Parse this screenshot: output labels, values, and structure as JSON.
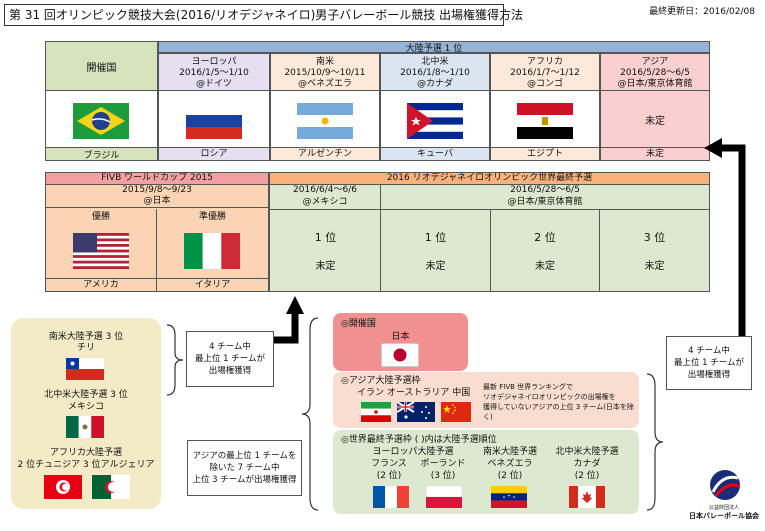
{
  "title": "第 31 回オリンピック競技大会(2016/リオデジャネイロ)男子バレーボール競技 出場権獲得方法",
  "updated": "最終更新日：2016/02/08",
  "host": {
    "label": "開催国",
    "country": "ブラジル"
  },
  "continental_header": "大陸予選 1 位",
  "continental": [
    {
      "region": "ヨーロッパ",
      "dates": "2016/1/5〜1/10",
      "venue": "@ドイツ",
      "country": "ロシア"
    },
    {
      "region": "南米",
      "dates": "2015/10/9〜10/11",
      "venue": "@ベネズエラ",
      "country": "アルゼンチン"
    },
    {
      "region": "北中米",
      "dates": "2016/1/8〜1/10",
      "venue": "@カナダ",
      "country": "キューバ"
    },
    {
      "region": "アフリカ",
      "dates": "2016/1/7〜1/12",
      "venue": "@コンゴ",
      "country": "エジプト"
    },
    {
      "region": "アジア",
      "dates": "2016/5/28〜6/5",
      "venue": "@日本/東京体育館",
      "status": "未定",
      "country": "未定"
    }
  ],
  "worldcup": {
    "title": "FIVB ワールドカップ 2015",
    "dates": "2015/9/8〜9/23",
    "venue": "@日本",
    "winner_label": "優勝",
    "runner_label": "準優勝",
    "winner": "アメリカ",
    "runner": "イタリア"
  },
  "final": {
    "title": "2016 リオデジャネイロオリンピック世界最終予選",
    "mexico_dates": "2016/6/4〜6/6",
    "mexico_venue": "@メキシコ",
    "japan_dates": "2016/5/28〜6/5",
    "japan_venue": "@日本/東京体育館",
    "slots": [
      {
        "rank": "1 位",
        "status": "未定"
      },
      {
        "rank": "1 位",
        "status": "未定"
      },
      {
        "rank": "2 位",
        "status": "未定"
      },
      {
        "rank": "3 位",
        "status": "未定"
      }
    ]
  },
  "left_box": {
    "sa_label": "南米大陸予選 3 位",
    "sa_country": "チリ",
    "nca_label": "北中米大陸予選 3 位",
    "nca_country": "メキシコ",
    "af_label": "アフリカ大陸予選",
    "af_countries": "2 位チュニジア 3 位アルジェリア"
  },
  "note_left": "4 チーム中\n最上位 1 チームが\n出場権獲得",
  "note_bottom": "アジアの最上位 1 チームを\n除いた 7 チーム中\n上位 3 チームが出場権獲得",
  "note_right": "4 チーム中\n最上位 1 チームが\n出場権獲得",
  "right_box": {
    "host_label": "◎開催国",
    "host_country": "日本",
    "asia_label": "◎アジア大陸予選枠",
    "asia_countries": "イラン オーストラリア 中国",
    "asia_note": "最新 FIVB 世界ランキングで\nリオデジャネイロオリンピックの出場権を\n獲得していないアジアの上位 3 チーム(日本を除く)",
    "world_label": "◎世界最終予選枠 ( )内は大陸予選順位",
    "eu_label": "ヨーロッパ大陸予選",
    "eu_countries": [
      {
        "name": "フランス",
        "rank": "(2 位)"
      },
      {
        "name": "ポーランド",
        "rank": "(3 位)"
      }
    ],
    "sa_label": "南米大陸予選",
    "sa_country": {
      "name": "ベネズエラ",
      "rank": "(2 位)"
    },
    "nca_label": "北中米大陸予選",
    "nca_country": {
      "name": "カナダ",
      "rank": "(2 位)"
    }
  },
  "logo": {
    "line1": "公益財団法人",
    "line2": "日本バレーボール協会"
  },
  "colors": {
    "host_bg": "#d6e3bc",
    "europe_bg": "#e5dff0",
    "sa_bg": "#fde9d9",
    "nca_bg": "#dbe5f1",
    "africa_bg": "#fde9d9",
    "asia_bg": "#f9cfcf",
    "header_blue": "#95b3d7",
    "wc_bg": "#fbd4b4",
    "wc_head": "#f4a0a0",
    "final_bg": "#dce8d0",
    "final_head": "#f9b27c"
  }
}
